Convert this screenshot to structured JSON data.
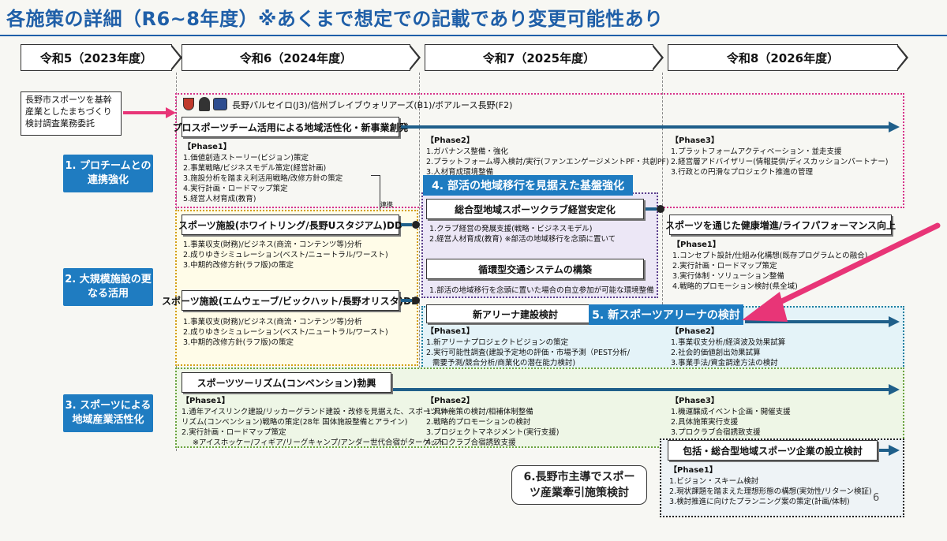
{
  "title": "各施策の詳細（R6~8年度）※あくまで想定での記載であり変更可能性あり",
  "years": [
    "令和5（2023年度）",
    "令和6（2024年度）",
    "令和7（2025年度）",
    "令和8（2026年度）"
  ],
  "commission_note": "長野市スポーツを基幹産業としたまちづくり検討調査業務委託",
  "teams_line": "長野パルセイロ(J3)/信州ブレイブウォリアーズ(B1)/ボアルース長野(F2)",
  "themes": {
    "t1": "1. プロチームとの連携強化",
    "t2": "2. 大規模施設の更なる活用",
    "t3": "3. スポーツによる地域産業活性化",
    "t4": "4. 部活の地域移行を見据えた基盤強化",
    "t5": "5. 新スポーツアリーナの検討",
    "t6": "6.長野市主導でスポーツ産業牽引施策検討"
  },
  "pro_team": {
    "label": "プロスポーツチーム活用による地域活性化・新事業創発",
    "phase1_title": "【Phase1】",
    "phase1": [
      "1.価値創造ストーリー(ビジョン)策定",
      "2.事業戦略/ビジネスモデル策定(経営計画)",
      "3.施設分析を踏まえ利活用戦略/改修方針の策定",
      "4.実行計画・ロードマップ策定",
      "5.経営人材育成(教育)"
    ],
    "phase2_title": "【Phase2】",
    "phase2": [
      "1.ガバナンス整備・強化",
      "2.プラットフォーム導入検討/実行(ファンエンゲージメントPF・共創PF)",
      "3.人材育成環境整備"
    ],
    "phase3_title": "【Phase3】",
    "phase3": [
      "1.プラットフォームアクティベーション・並走支援",
      "2.経営層アドバイザリー(情報提供/ディスカッションパートナー)",
      "3.行政との円滑なプロジェクト推進の管理"
    ],
    "link_note": "連携"
  },
  "facility1": {
    "label": "スポーツ施設(ホワイトリング/長野Uスタジアム)DD",
    "items": [
      "1.事業収支(財務)/ビジネス(商流・コンテンツ等)分析",
      "2.成りゆきシミュレーション(ベスト/ニュートラル/ワースト)",
      "3.中期的改修方針(ラフ版)の策定"
    ]
  },
  "facility2": {
    "label": "スポーツ施設(エムウェーブ/ビックハット/長野オリスタ)DD",
    "items": [
      "1.事業収支(財務)/ビジネス(商流・コンテンツ等)分析",
      "2.成りゆきシミュレーション(ベスト/ニュートラル/ワースト)",
      "3.中期的改修方針(ラフ版)の策定"
    ]
  },
  "club": {
    "label": "総合型地域スポーツクラブ経営安定化",
    "items": [
      "1.クラブ経営の発展支援(戦略・ビジネスモデル)",
      "2.経営人材育成(教育) ※部活の地域移行を念頭に置いて"
    ]
  },
  "transport": {
    "label": "循環型交通システムの構築",
    "items": [
      "1.部活の地域移行を念頭に置いた場合の自立参加が可能な環境整備"
    ]
  },
  "wellness": {
    "label": "スポーツを通じた健康増進/ライフパフォーマンス向上",
    "phase1_title": "【Phase1】",
    "items": [
      "1.コンセプト設計/仕組み化構想(既存プログラムとの融合)",
      "2.実行計画・ロードマップ策定",
      "3.実行体制・ソリューション整備",
      "4.戦略的プロモーション検討(県全域)"
    ]
  },
  "arena": {
    "label": "新アリーナ建設検討",
    "phase1_title": "【Phase1】",
    "phase1": [
      "1.新アリーナプロジェクトビジョンの策定",
      "2.実行可能性調査(建設予定地の評価・市場予測（PEST分析/",
      "需要予測/競合分析/商業化の潜在能力検討)"
    ],
    "phase2_title": "【Phase2】",
    "phase2": [
      "1.事業収支分析/経済波及効果試算",
      "2.社会的価値創出効果試算",
      "3.事業手法/資金調達方法の検討"
    ]
  },
  "tourism": {
    "label": "スポーツツーリズム(コンベンション)勃興",
    "phase1_title": "【Phase1】",
    "phase1": [
      "1.通年アイスリンク建設/リッカーグランド建設・改修を見据えた、スポーツツー",
      "リズム(コンベンション)戦略の策定(28年 国体施設整備とアライン)",
      "2.実行計画・ロードマップ策定",
      "※アイスホッケー/フィギア/リーグキャンプ/アンダー世代合宿がターゲット"
    ],
    "phase2_title": "【Phase2】",
    "phase2": [
      "1.具体施策の検討/相補体制整備",
      "2.戦略的プロモーションの検討",
      "3.プロジェクトマネジメント(実行支援)",
      "4.プロクラブ合宿誘致支援"
    ],
    "phase3_title": "【Phase3】",
    "phase3": [
      "1.機運醸成イベント企画・開催支援",
      "2.具体施策実行支援",
      "3.プロクラブ合宿誘致支援"
    ]
  },
  "enterprise": {
    "label": "包括・総合型地域スポーツ企業の設立検討",
    "phase1_title": "【Phase1】",
    "items": [
      "1.ビジョン・スキーム検討",
      "2.現状課題を踏まえた理想形態の構想(実効性/リターン検証)",
      "3.検討推進に向けたプランニング案の策定(計画/体制)"
    ]
  },
  "page_number": "6",
  "colors": {
    "title_blue": "#1f5fa8",
    "badge_blue": "#1f7cc1",
    "arrow_pink": "#e83577",
    "pink_dotted": "#d6338a"
  }
}
